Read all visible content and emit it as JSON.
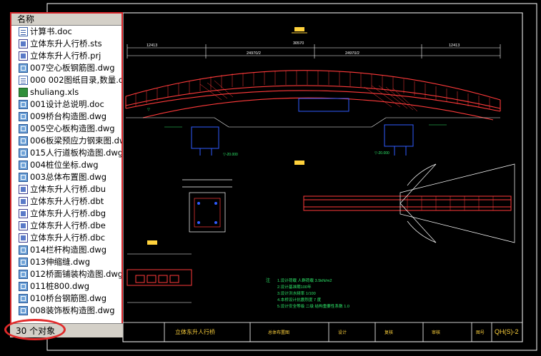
{
  "file_panel": {
    "column_header": "名称",
    "items": [
      {
        "name": "计算书.doc",
        "icon": "doc-file-icon"
      },
      {
        "name": "立体东升人行桥.sts",
        "icon": "sts-file-icon"
      },
      {
        "name": "立体东升人行桥.prj",
        "icon": "prj-file-icon"
      },
      {
        "name": "007空心板钢筋图.dwg",
        "icon": "dwg-file-icon"
      },
      {
        "name": "000 002图纸目录,数量.d",
        "icon": "doc-file-icon"
      },
      {
        "name": "shuliang.xls",
        "icon": "xls-file-icon"
      },
      {
        "name": "001设计总说明.doc",
        "icon": "dwg-file-icon"
      },
      {
        "name": "009桥台构造图.dwg",
        "icon": "dwg-file-icon"
      },
      {
        "name": "005空心板构造图.dwg",
        "icon": "dwg-file-icon"
      },
      {
        "name": "006板梁预应力钢束图.dw",
        "icon": "dwg-file-icon"
      },
      {
        "name": "015人行道板构造图.dwg",
        "icon": "dwg-file-icon"
      },
      {
        "name": "004桩位坐标.dwg",
        "icon": "dwg-file-icon"
      },
      {
        "name": "003总体布置图.dwg",
        "icon": "dwg-file-icon"
      },
      {
        "name": "立体东升人行桥.dbu",
        "icon": "db-file-icon"
      },
      {
        "name": "立体东升人行桥.dbt",
        "icon": "db-file-icon"
      },
      {
        "name": "立体东升人行桥.dbg",
        "icon": "db-file-icon"
      },
      {
        "name": "立体东升人行桥.dbe",
        "icon": "db-file-icon"
      },
      {
        "name": "立体东升人行桥.dbc",
        "icon": "db-file-icon"
      },
      {
        "name": "014栏杆构造图.dwg",
        "icon": "dwg-file-icon"
      },
      {
        "name": "013伸缩缝.dwg",
        "icon": "dwg-file-icon"
      },
      {
        "name": "012桥面铺装构造图.dwg",
        "icon": "dwg-file-icon"
      },
      {
        "name": "011桩800.dwg",
        "icon": "dwg-file-icon"
      },
      {
        "name": "010桥台钢筋图.dwg",
        "icon": "dwg-file-icon"
      },
      {
        "name": "008装饰板构造图.dwg",
        "icon": "dwg-file-icon"
      }
    ],
    "status_text": "30 个对象"
  },
  "drawing": {
    "top_dims": [
      "12413",
      "30570",
      "24970/2",
      "24970/2",
      "12413"
    ],
    "notes": [
      "1.设计荷载 人群荷载 3.5kN/m2",
      "2.设计基准期100年",
      "3.设计洪水频率 1/100",
      "4.本桥设计抗震烈度 7 度",
      "5.设计安全等级 二级 结构重要性系数 1.0"
    ],
    "title_block": {
      "project": "立体东升人行桥",
      "sheet_name": "总体布置图",
      "designer": "设计",
      "checker": "复核",
      "approver": "审核",
      "drawing_label": "图号",
      "drawing_no": "QH(S)-2"
    }
  },
  "colors": {
    "bridge": "#ff3a3a",
    "dims": "#ffffff",
    "notes": "#2ee86a",
    "steel": "#2f5bff",
    "titles": "#ffd23c",
    "frame": "#ffffff"
  }
}
